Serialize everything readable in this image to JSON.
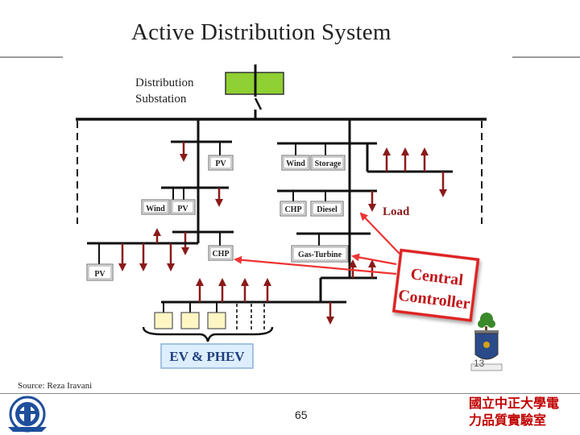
{
  "slide": {
    "title": "Active Distribution System",
    "source": "Source: Reza Iravani",
    "page_number": "65",
    "lab_name": "國立中正大學電力品質實驗室",
    "inner_slide_number": "13"
  },
  "diagram": {
    "substation_label_line1": "Distribution",
    "substation_label_line2": "Substation",
    "boxes": {
      "pv_1": "PV",
      "wind_1": "Wind",
      "storage": "Storage",
      "wind_2": "Wind",
      "pv_2": "PV",
      "chp_1": "CHP",
      "diesel": "Diesel",
      "chp_2": "CHP",
      "gas_turbine": "Gas-Turbine",
      "pv_3": "PV"
    },
    "load_label": "Load",
    "controller_line1": "Central",
    "controller_line2": "Controller",
    "ev_label": "EV & PHEV"
  },
  "colors": {
    "bus_line": "#111111",
    "substation_fill": "#8fd033",
    "arrow_dark_red": "#8b1a1a",
    "control_arrow_red": "#ee3333",
    "controller_text": "#c0161a",
    "ev_box_fill": "#ddeeff",
    "ev_box_border": "#8ab0d8",
    "ev_text": "#1f3f7f",
    "battery_fill": "#fff6c4",
    "lab_text": "#c00000"
  }
}
